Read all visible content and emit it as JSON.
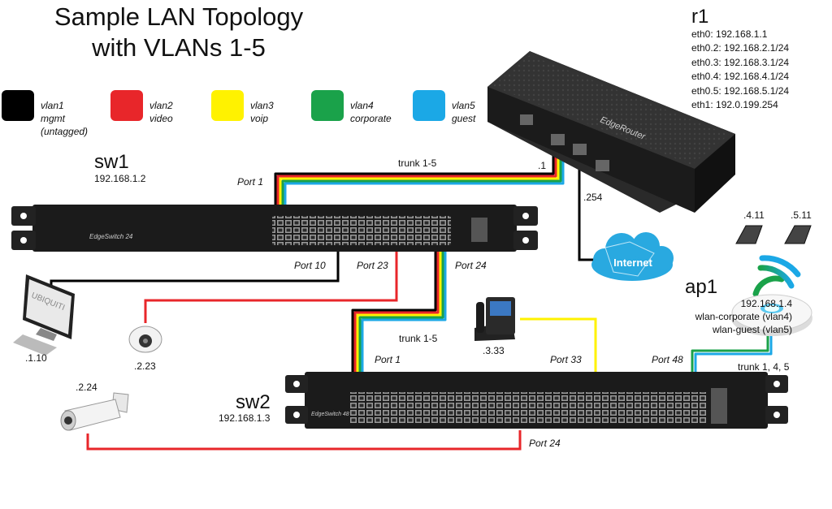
{
  "title_line1": "Sample LAN Topology",
  "title_line2": "with VLANs 1-5",
  "legend": [
    {
      "color": "#000000",
      "line1": "vlan1",
      "line2": "mgmt",
      "line3": "(untagged)"
    },
    {
      "color": "#e8262a",
      "line1": "vlan2",
      "line2": "video",
      "line3": ""
    },
    {
      "color": "#fff200",
      "line1": "vlan3",
      "line2": "voip",
      "line3": ""
    },
    {
      "color": "#1aa24a",
      "line1": "vlan4",
      "line2": "corporate",
      "line3": ""
    },
    {
      "color": "#1ba8e6",
      "line1": "vlan5",
      "line2": "guest",
      "line3": ""
    }
  ],
  "r1": {
    "name": "r1",
    "interfaces": [
      "eth0: 192.168.1.1",
      "eth0.2: 192.168.2.1/24",
      "eth0.3: 192.168.3.1/24",
      "eth0.4: 192.168.4.1/24",
      "eth0.5: 192.168.5.1/24",
      "eth1: 192.0.199.254"
    ],
    "device_text": "EdgeRouter",
    "port_label": ".1",
    "wan_label": ".254"
  },
  "sw1": {
    "name": "sw1",
    "ip": "192.168.1.2",
    "device_text": "EdgeSwitch 24",
    "port1": "Port 1",
    "port10": "Port 10",
    "port23": "Port 23",
    "port24": "Port 24",
    "trunk": "trunk 1-5"
  },
  "sw2": {
    "name": "sw2",
    "ip": "192.168.1.3",
    "device_text": "EdgeSwitch 48",
    "port1": "Port 1",
    "port33": "Port 33",
    "port48": "Port 48",
    "port24": "Port 24",
    "trunk": "trunk 1-5"
  },
  "ap1": {
    "name": "ap1",
    "ip": "192.168.1.4",
    "line3": "wlan-corporate (vlan4)",
    "line4": "wlan-guest (vlan5)",
    "trunk": "trunk 1, 4, 5"
  },
  "internet": "Internet",
  "hosts": {
    "pc": ".1.10",
    "cam_dome": ".2.23",
    "cam_bullet": ".2.24",
    "phone": ".3.33",
    "tablet1": ".4.11",
    "tablet2": ".5.11"
  },
  "monitor_text": "UBIQUITI",
  "colors": {
    "vlan1": "#000000",
    "vlan2": "#e8262a",
    "vlan3": "#fff200",
    "vlan4": "#1aa24a",
    "vlan5": "#1ba8e6",
    "device": "#1b1b1b",
    "cloud": "#29a9e0"
  }
}
